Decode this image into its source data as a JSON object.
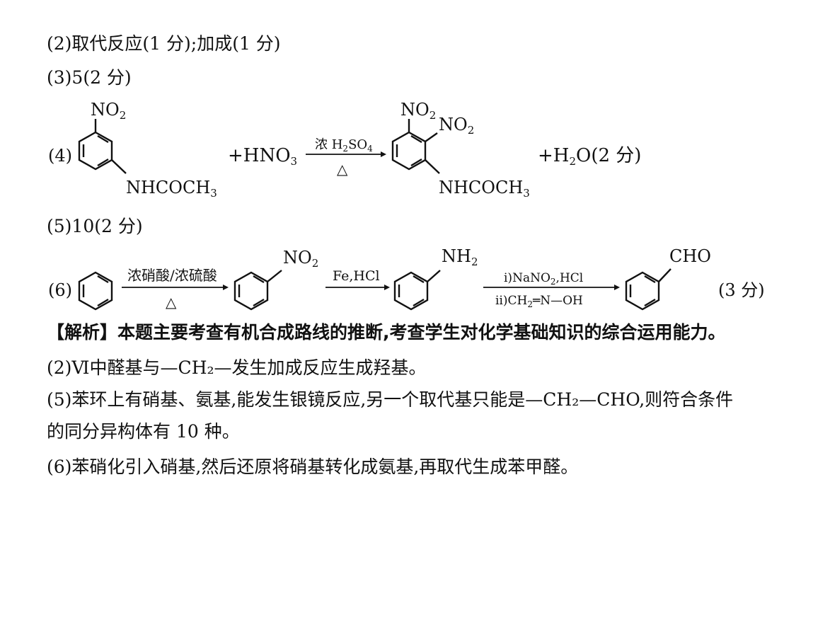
{
  "answers": {
    "q2": "(2)取代反应(1 分);加成(1 分)",
    "q3": "(3)5(2 分)",
    "q4": {
      "label": "(4)",
      "reactant_sub1": "NO",
      "reactant_sub1_subscript": "2",
      "reactant_sub2": "NHCOCH",
      "reactant_sub2_subscript": "3",
      "reagent": "+HNO",
      "reagent_subscript": "3",
      "condition_top": "浓 H",
      "condition_top_sub": "2",
      "condition_top_rest": "SO",
      "condition_top_sub2": "4",
      "condition_bottom": "△",
      "product_sub1": "NO",
      "product_sub1_subscript": "2",
      "product_sub2": "NO",
      "product_sub2_subscript": "2",
      "product_sub3": "NHCOCH",
      "product_sub3_subscript": "3",
      "byproduct": "+H",
      "byproduct_subscript": "2",
      "byproduct_rest": "O(2 分)"
    },
    "q5": "(5)10(2 分)",
    "q6": {
      "label": "(6)",
      "step1_top": "浓硝酸/浓硫酸",
      "step1_bottom": "△",
      "intermediate1_sub": "NO",
      "intermediate1_subscript": "2",
      "step2_top": "Fe,HCl",
      "intermediate2_sub": "NH",
      "intermediate2_subscript": "2",
      "step3_top": "ⅰ)NaNO",
      "step3_top_sub": "2",
      "step3_top_rest": ",HCl",
      "step3_bottom": "ⅱ)CH",
      "step3_bottom_sub": "2",
      "step3_bottom_rest": "═N—OH",
      "product_sub": "CHO",
      "score": "(3 分)"
    }
  },
  "analysis": {
    "heading": "【解析】本题主要考查有机合成路线的推断,考查学生对化学基础知识的综合运用能力。",
    "p2": "(2)Ⅵ中醛基与—CH₂—发生加成反应生成羟基。",
    "p5a": "(5)苯环上有硝基、氨基,能发生银镜反应,另一个取代基只能是—CH₂—CHO,则符合条件",
    "p5b": "的同分异构体有 10 种。",
    "p6": "(6)苯硝化引入硝基,然后还原将硝基转化成氨基,再取代生成苯甲醛。"
  }
}
